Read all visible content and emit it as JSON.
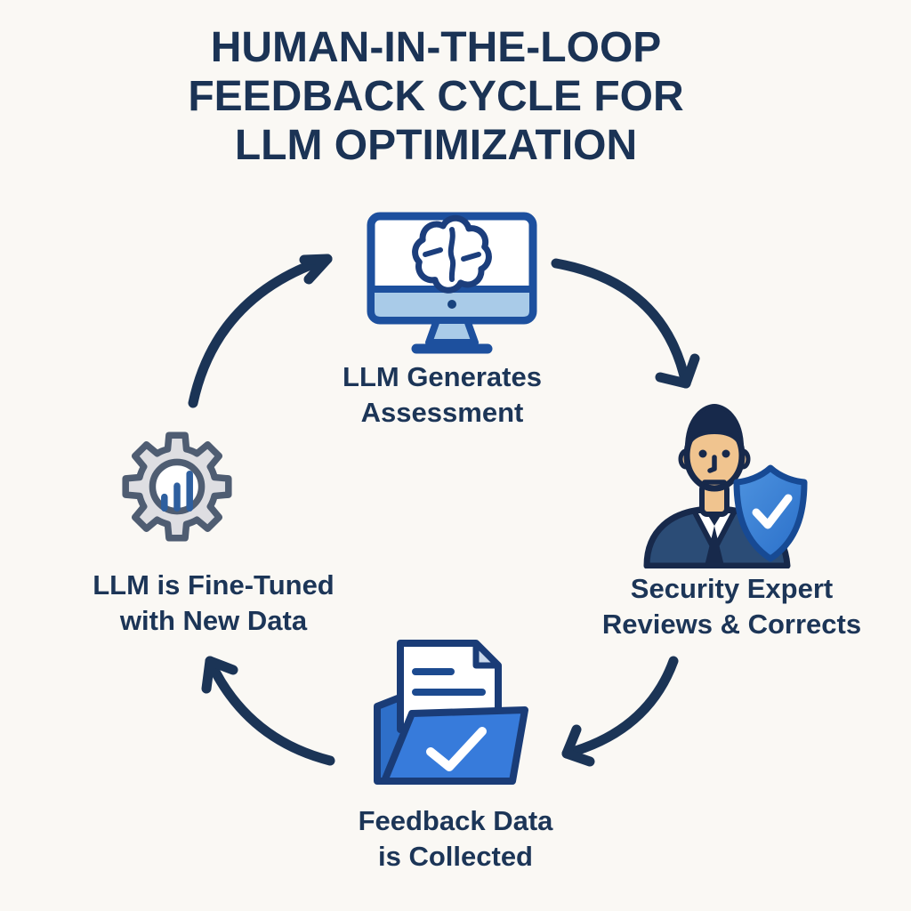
{
  "title": {
    "lines": [
      "HUMAN-IN-THE-LOOP",
      "FEEDBACK CYCLE FOR",
      "LLM OPTIMIZATION"
    ]
  },
  "cycle": {
    "flow_direction": "clockwise",
    "stages": [
      {
        "name": "llm-generates-assessment",
        "icon": "monitor-brain-icon",
        "label_lines": [
          "LLM Generates",
          "Assessment"
        ]
      },
      {
        "name": "security-expert-reviews",
        "icon": "security-expert-shield-icon",
        "label_lines": [
          "Security Expert",
          "Reviews & Corrects"
        ]
      },
      {
        "name": "feedback-data-collected",
        "icon": "folder-document-check-icon",
        "label_lines": [
          "Feedback Data",
          "is Collected"
        ]
      },
      {
        "name": "llm-fine-tuned",
        "icon": "gear-bar-chart-icon",
        "label_lines": [
          "LLM is Fine-Tuned",
          "with New Data"
        ]
      }
    ]
  },
  "colors": {
    "background": "#faf8f4",
    "text_navy": "#1b3355",
    "arrow_navy": "#1b3456",
    "monitor_border_blue": "#1d509e",
    "monitor_light_blue": "#a9cbe8",
    "brain_outline_blue": "#1c3e7c",
    "shield_blue": "#2e77d0",
    "shield_blue_light": "#4e93df",
    "folder_front_blue": "#377bdb",
    "folder_back_blue": "#2e6fc9",
    "folder_outline_navy": "#1a3c77",
    "suit_navy": "#2b4c76",
    "hair_outline_navy": "#17294b",
    "skin_tone": "#f0c48f",
    "gear_gray": "#dedee2",
    "gear_outline_slate": "#4f5d72",
    "bar_chart_blue": "#2e5f9f",
    "checkmark_white": "#ffffff"
  }
}
